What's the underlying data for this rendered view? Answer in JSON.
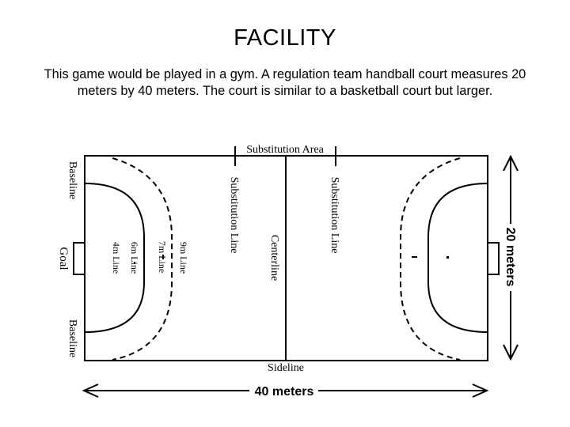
{
  "title": "FACILITY",
  "body": "This game would be played in a gym. A regulation team handball court measures 20 meters by 40 meters. The court is similar to a basketball court but larger.",
  "diagram": {
    "labels": {
      "substitution_area": "Substitution Area",
      "sideline": "Sideline",
      "baseline_top": "Baseline",
      "baseline_bottom": "Baseline",
      "goal": "Goal",
      "substitution_line_left": "Substitution Line",
      "substitution_line_right": "Substitution Line",
      "centerline": "Centerline",
      "line_9m": "9m Line",
      "line_7m": "7m Line",
      "line_6m": "6m Line",
      "line_4m": "4m Line",
      "width_20m": "20 meters",
      "length_40m": "40 meters"
    }
  }
}
